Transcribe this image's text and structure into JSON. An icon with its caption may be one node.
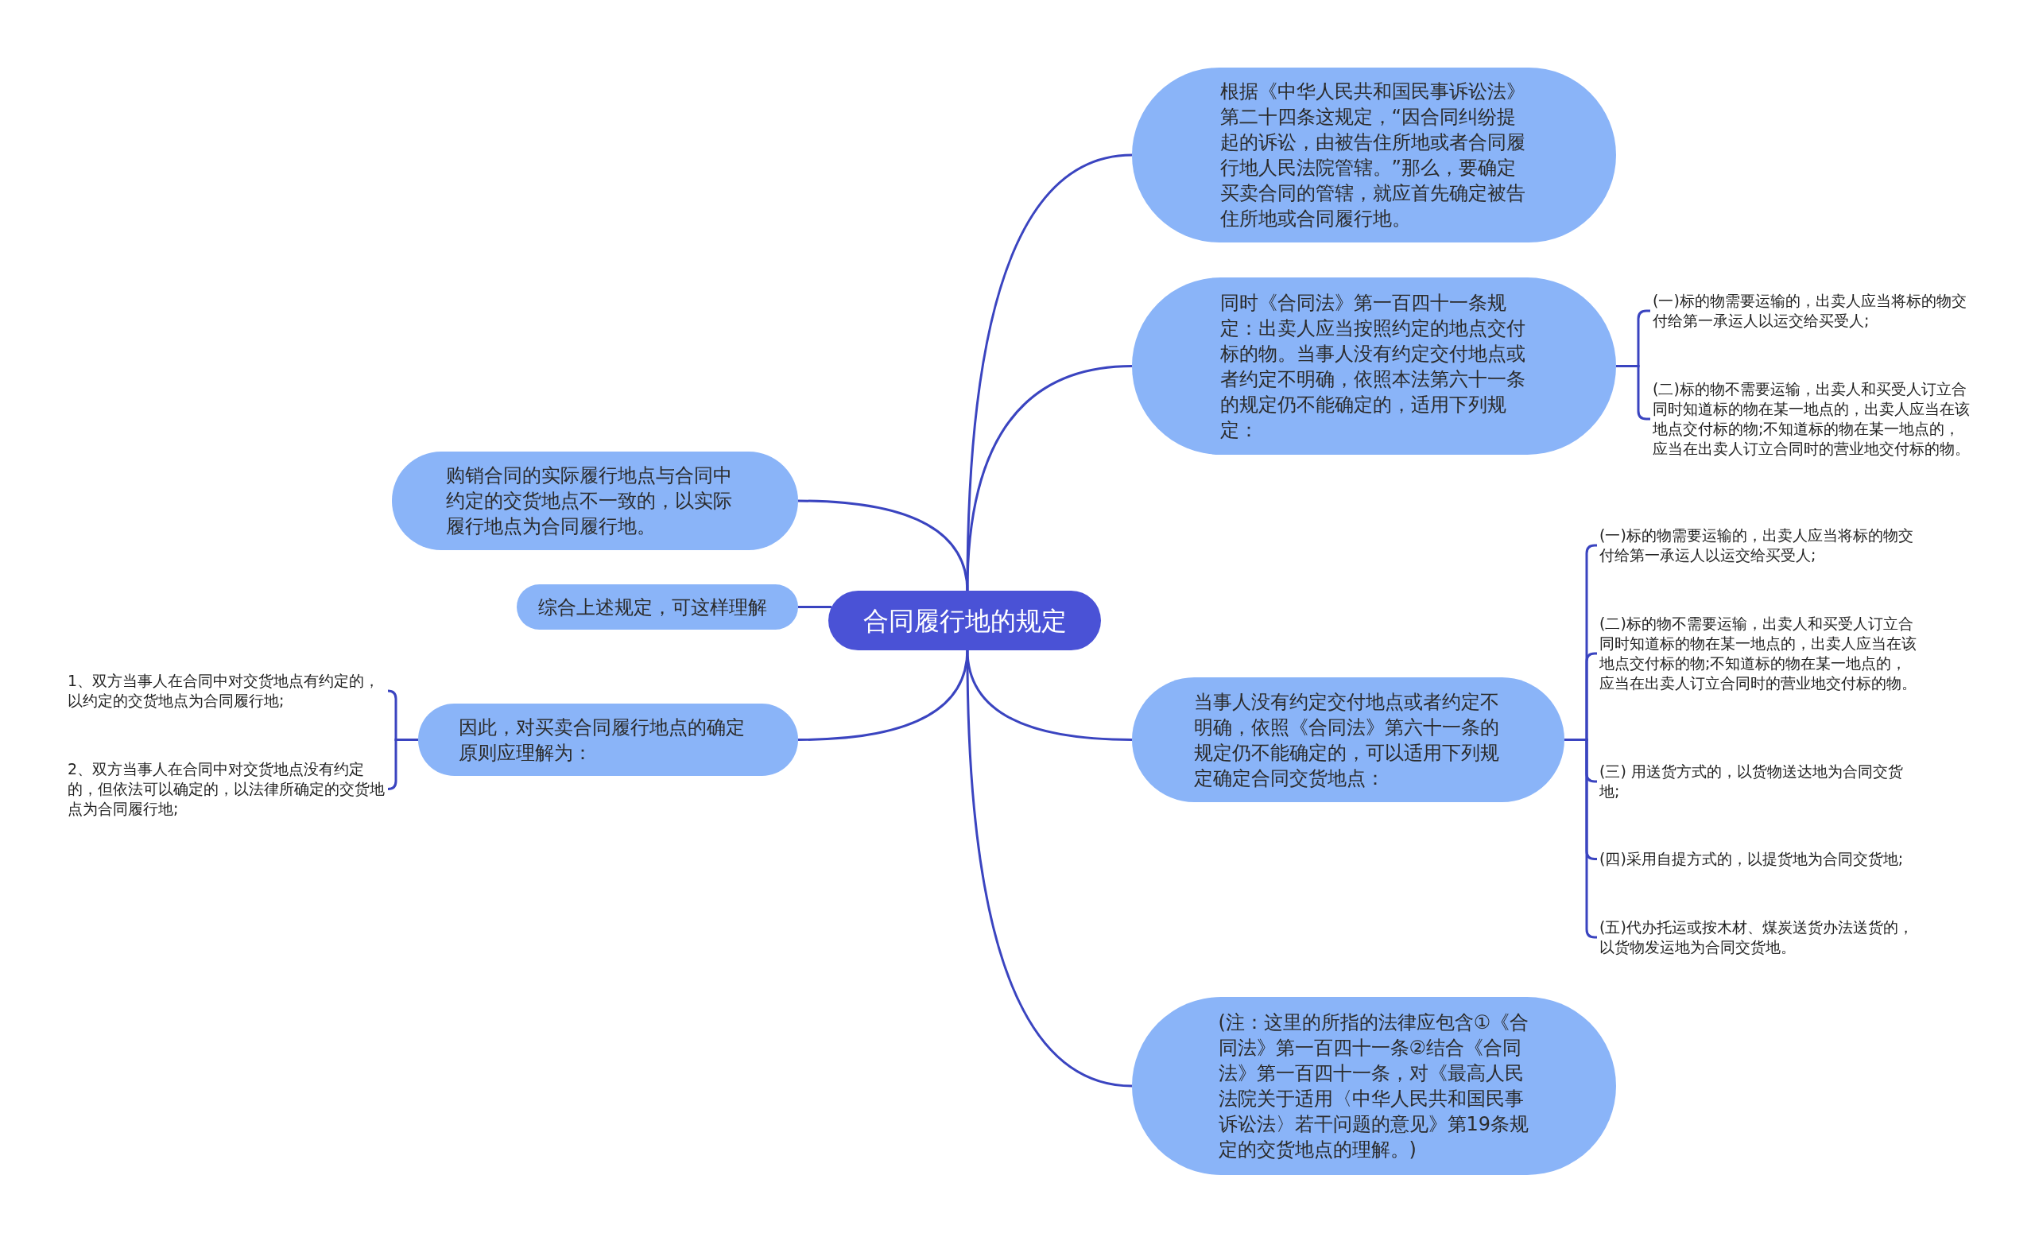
{
  "diagram": {
    "nodes": [
      {
        "text": [
          "合同履行地的规定"
        ]
      },
      {
        "text": [
          "根据《中华人民共和国民事诉讼法》第二十四条这规定，“因合同纠纷提起的诉讼，由被告住所地或者合同履行地人民法院管辖。”那么，要确定买卖合同的管辖，就应首先确定被告住所地或合同履行地。"
        ]
      },
      {
        "text": [
          "同时《合同法》第一百四十一条规定：出卖人应当按照约定的地点交付标的物。当事人没有约定交付地点或者约定不明确，依照本法第六十一条的规定仍不能确定的，适用下列规定："
        ]
      },
      {
        "text": [
          "(一)标的物需要运输的，出卖人应当将标的物交付给第一承运人以运交给买受人;"
        ]
      },
      {
        "text": [
          "(二)标的物不需要运输，出卖人和买受人订立合同时知道标的物在某一地点的，出卖人应当在该地点交付标的物;不知道标的物在某一地点的，应当在出卖人订立合同时的营业地交付标的物。"
        ]
      },
      {
        "text": [
          "当事人没有约定交付地点或者约定不明确，依照《合同法》第六十一条的规定仍不能确定的，可以适用下列规定确定合同交货地点："
        ]
      },
      {
        "text": [
          "(一)标的物需要运输的，出卖人应当将标的物交付给第一承运人以运交给买受人;"
        ]
      },
      {
        "text": [
          "(二)标的物不需要运输，出卖人和买受人订立合同时知道标的物在某一地点的，出卖人应当在该地点交付标的物;不知道标的物在某一地点的，应当在出卖人订立合同时的营业地交付标的物。"
        ]
      },
      {
        "text": [
          "(三) 用送货方式的，以货物送达地为合同交货地;"
        ]
      },
      {
        "text": [
          "(四)采用自提方式的，以提货地为合同交货地;"
        ]
      },
      {
        "text": [
          "(五)代办托运或按木材、煤炭送货办法送货的，以货物发运地为合同交货地。"
        ]
      },
      {
        "text": [
          "(注：这里的所指的法律应包含①《合同法》第一百四十一条②结合《合同法》第一百四十一条，对《最高人民法院关于适用〈中华人民共和国民事诉讼法〉若干问题的意见》第19条规定的交货地点的理解。)"
        ]
      },
      {
        "text": [
          "购销合同的实际履行地点与合同中约定的交货地点不一致的，以实际履行地点为合同履行地。"
        ]
      },
      {
        "text": [
          "综合上述规定，可这样理解"
        ]
      },
      {
        "text": [
          "因此，对买卖合同履行地点的确定原则应理解为："
        ]
      },
      {
        "text": [
          "1、双方当事人在合同中对交货地点有约定的，以约定的交货地点为合同履行地;"
        ]
      },
      {
        "text": [
          "2、双方当事人在合同中对交货地点没有约定的，但依法可以确定的，以法律所确定的交货地点为合同履行地;"
        ]
      }
    ],
    "edges": [
      {
        "from": 0,
        "to": 1,
        "arrow": "none"
      },
      {
        "from": 0,
        "to": 2,
        "arrow": "none"
      },
      {
        "from": 2,
        "to": 3,
        "arrow": "none"
      },
      {
        "from": 2,
        "to": 4,
        "arrow": "none"
      },
      {
        "from": 0,
        "to": 5,
        "arrow": "none"
      },
      {
        "from": 5,
        "to": 6,
        "arrow": "none"
      },
      {
        "from": 5,
        "to": 7,
        "arrow": "none"
      },
      {
        "from": 5,
        "to": 8,
        "arrow": "none"
      },
      {
        "from": 5,
        "to": 9,
        "arrow": "none"
      },
      {
        "from": 5,
        "to": 10,
        "arrow": "none"
      },
      {
        "from": 0,
        "to": 11,
        "arrow": "none"
      },
      {
        "from": 0,
        "to": 12,
        "arrow": "none"
      },
      {
        "from": 0,
        "to": 13,
        "arrow": "none"
      },
      {
        "from": 0,
        "to": 14,
        "arrow": "none"
      },
      {
        "from": 14,
        "to": 15,
        "arrow": "none"
      },
      {
        "from": 14,
        "to": 16,
        "arrow": "none"
      }
    ]
  }
}
